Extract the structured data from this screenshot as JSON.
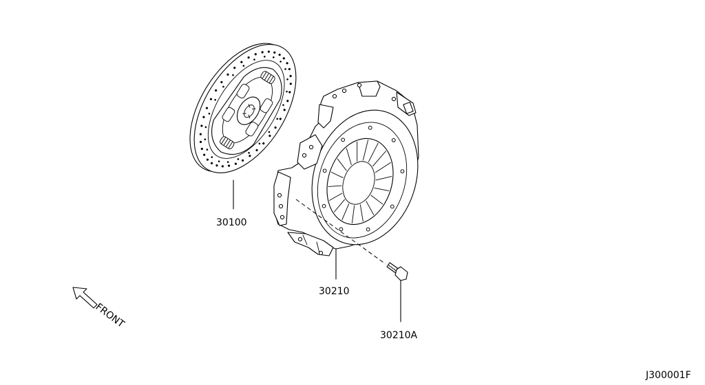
{
  "parts": [
    {
      "number": "30100",
      "description": "clutch disc"
    },
    {
      "number": "30210",
      "description": "clutch cover"
    },
    {
      "number": "30210A",
      "description": "bolt"
    }
  ],
  "front_label": "FRONT",
  "diagram_code": "J300001F"
}
